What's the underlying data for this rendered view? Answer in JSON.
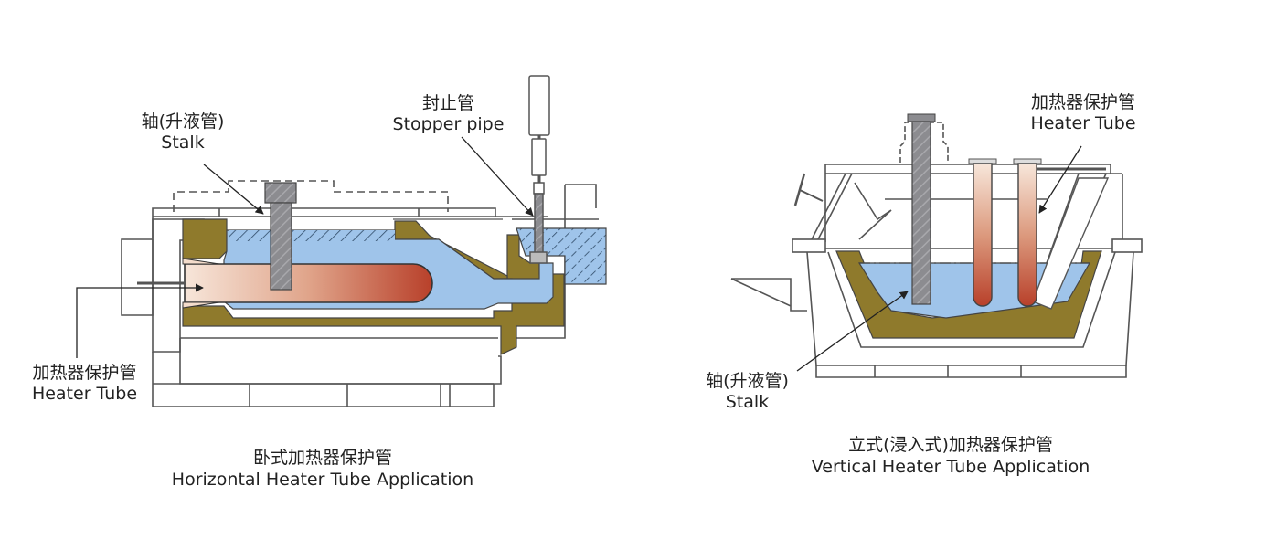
{
  "horizontal": {
    "stalk_label": {
      "zh": "轴(升液管)",
      "en": "Stalk"
    },
    "stopper_label": {
      "zh": "封止管",
      "en": "Stopper pipe"
    },
    "heater_label": {
      "zh": "加热器保护管",
      "en": "Heater Tube"
    },
    "caption": {
      "zh": "卧式加热器保护管",
      "en": "Horizontal Heater Tube Application"
    }
  },
  "vertical": {
    "heater_label": {
      "zh": "加热器保护管",
      "en": "Heater Tube"
    },
    "stalk_label": {
      "zh": "轴(升液管)",
      "en": "Stalk"
    },
    "caption": {
      "zh": "立式(浸入式)加热器保护管",
      "en": "Vertical Heater Tube Application"
    }
  },
  "colors": {
    "refractory": "#8f7a2c",
    "molten_metal": "#9fc4ea",
    "heater_light": "#f6e3d6",
    "heater_dark": "#b8432a",
    "stalk": "#8c8c90",
    "outline": "#555555"
  }
}
